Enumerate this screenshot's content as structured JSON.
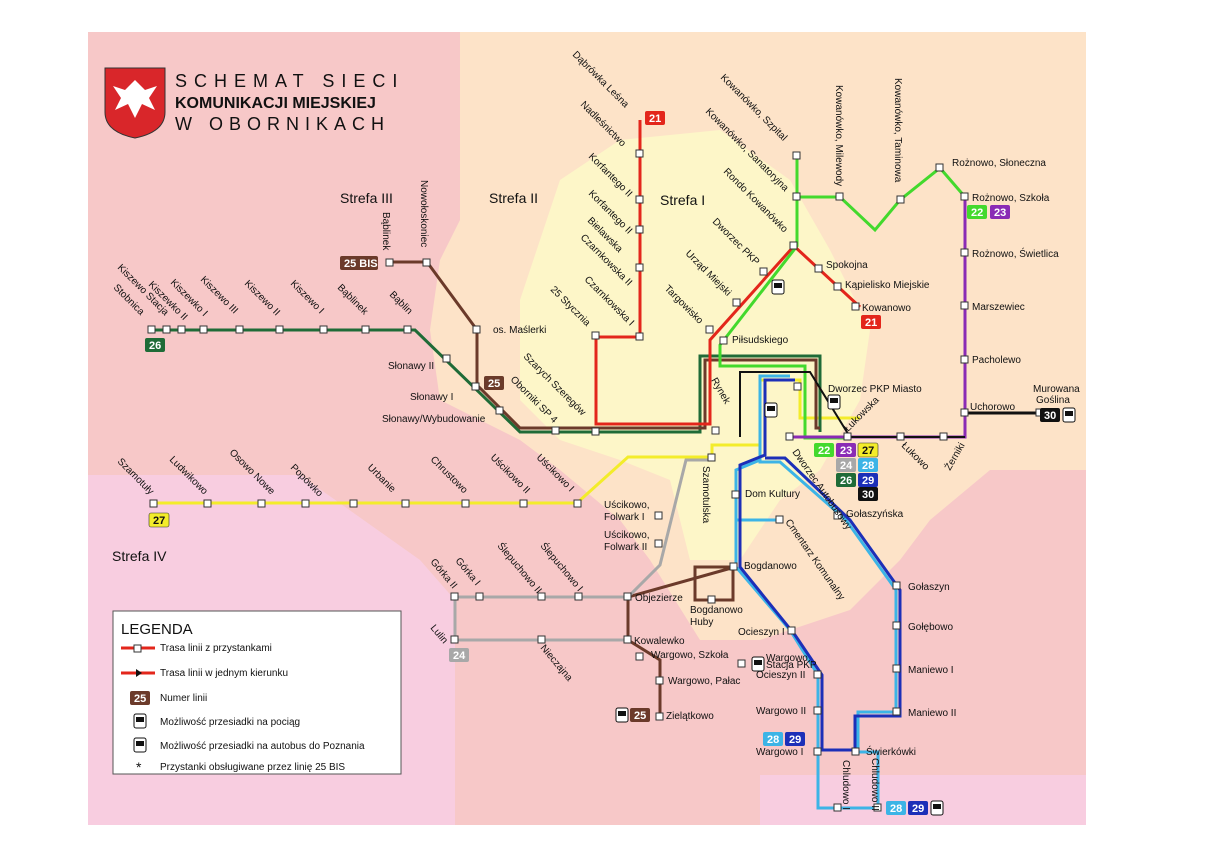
{
  "title": {
    "line1": "SCHEMAT SIECI",
    "line2": "KOMUNIKACJI MIEJSKIEJ",
    "line3": "W OBORNIKACH"
  },
  "zones": [
    "Strefa I",
    "Strefa II",
    "Strefa III",
    "Strefa IV"
  ],
  "colors": {
    "bg_zone3": "#f7c8c8",
    "bg_zone2": "#fde3c8",
    "bg_zone1": "#fdf6c8",
    "bg_zone4": "#f8cde0",
    "line21": "#e3261b",
    "line22": "#43d92d",
    "line23": "#8a2bb5",
    "line24": "#a8a8a8",
    "line25": "#6b3a2a",
    "line26": "#1f6b37",
    "line27": "#f3ec2a",
    "line28": "#3cb4e6",
    "line29": "#1c2fb8",
    "line30": "#111111"
  },
  "stops": {
    "dabrowka_lesna": "Dąbrówka Leśna",
    "nadlesnictwo": "Nadleśnictwo",
    "korfantego2a": "Korfantego II",
    "korfantego2b": "Korfantego II",
    "bielawska": "Bielawska",
    "czarnkowska2": "Czarnkowska II",
    "czarnkowska1": "Czarnkowska I",
    "stycznia": "25 Stycznia",
    "szarych": "Szarych Szeregów",
    "targowisko": "Targowisko",
    "urzad": "Urząd Miejski",
    "dworzec_pkp": "Dworzec PKP",
    "rondo": "Rondo Kowanówko",
    "kowanowko_san": "Kowanówko, Sanatoryjna",
    "kowanowko_szpital": "Kowanówko, Szpital",
    "kowanowko_milewa": "Kowanówko, Milewody",
    "kowanowko_tamin": "Kowanówko, Taminowa",
    "roznowo_slon": "Rożnowo, Słoneczna",
    "roznowo_szkola": "Rożnowo, Szkoła",
    "roznowo_swiet": "Rożnowo, Świetlica",
    "marszewiec": "Marszewiec",
    "pacholewo": "Pacholewo",
    "uchorowo": "Uchorowo",
    "murowana1": "Murowana",
    "murowana2": "Goślina",
    "spokojna": "Spokojna",
    "kapielisko": "Kąpielisko Miejskie",
    "kowanowo": "Kowanowo",
    "pilsudskiego": "Piłsudskiego",
    "dworzec_pkp_miasto": "Dworzec PKP Miasto",
    "lukowska": "Łukowska",
    "lukowo": "Łukowo",
    "zernik": "Żerniki",
    "dworzec_autob": "Dworzec Autobusowy",
    "rynek": "Rynek",
    "obornik_sp": "Oborniki SP 4",
    "os_maslerki": "os. Maślerki",
    "nowoloskoniec": "Nowołoskoniec",
    "bablinek": "Bąblinek",
    "slonawy2": "Słonawy II",
    "slonawy1": "Słonawy I",
    "slonawy_wyb": "Słonawy/Wybudowanie",
    "kiszewo_st": "Kiszewo Stacja",
    "stobnica": "Stobnica",
    "kiszewko2": "Kiszewko II",
    "kiszewko1": "Kiszewko I",
    "kiszewo3": "Kiszewo III",
    "kiszewo2": "Kiszewo II",
    "kiszewo1": "Kiszewo I",
    "bablinek2": "Bąblinek",
    "bablin": "Bąblin",
    "szamotuly": "Szamotuły",
    "ludwikowo": "Ludwikowo",
    "osowo": "Osowo Nowe",
    "popowko": "Popówko",
    "urbanie": "Urbanie",
    "chrustowo": "Chrustowo",
    "uscikowo2": "Uścikowo II",
    "uscikowo1": "Uścikowo I",
    "szamotulska": "Szamotulska",
    "usc_folw1a": "Uścikowo,",
    "usc_folw1b": "Folwark I",
    "usc_folw2a": "Uścikowo,",
    "usc_folw2b": "Folwark II",
    "dom_kultury": "Dom Kultury",
    "cmentarz": "Cmentarz Komunalny",
    "golaszynska": "Gołaszyńska",
    "bogdanowo": "Bogdanowo",
    "bogdanowo_huby1": "Bogdanowo",
    "bogdanowo_huby2": "Huby",
    "objezierze": "Objezierze",
    "slepuchowo1": "Ślepuchowo I",
    "slepuchowo2": "Ślepuchowo II",
    "gorka1": "Górka I",
    "gorka2": "Górka II",
    "lulin": "Lulin",
    "nieczajna": "Nieczajna",
    "kowalewko": "Kowalewko",
    "wargowo_szkola": "Wargowo, Szkoła",
    "wargowo_stacja1": "Wargowo,",
    "wargowo_stacja2": "Stacja PKP",
    "wargowo_palac": "Wargowo, Pałac",
    "zielatkowo": "Zielątkowo",
    "ocieszyn1": "Ocieszyn I",
    "ocieszyn2": "Ocieszyn II",
    "wargowo2": "Wargowo II",
    "wargowo1": "Wargowo I",
    "swierkowki": "Świerkówki",
    "chludowo1": "Chludowo I",
    "chludowo2": "Chludowo II",
    "golaszyn": "Gołaszyn",
    "golebowo": "Gołębowo",
    "maniewo1": "Maniewo I",
    "maniewo2": "Maniewo II"
  },
  "badges": {
    "b21": "21",
    "b22": "22",
    "b23": "23",
    "b24": "24",
    "b25": "25",
    "b25bis": "25 BIS",
    "b26": "26",
    "b27": "27",
    "b28": "28",
    "b29": "29",
    "b30": "30"
  },
  "legend": {
    "title": "LEGENDA",
    "items": [
      "Trasa linii z przystankami",
      "Trasa linii w jednym kierunku",
      "Numer linii",
      "Możliwość przesiadki na pociąg",
      "Możliwość przesiadki na autobus do Poznania",
      "Przystanki obsługiwane przez linię 25 BIS"
    ],
    "badge": "25",
    "star": "*"
  }
}
